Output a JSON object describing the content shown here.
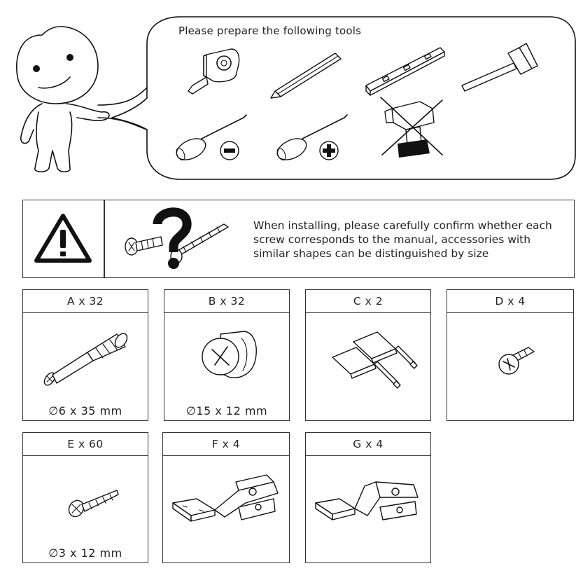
{
  "tools_bubble": {
    "title": "Please prepare the following tools",
    "tools": [
      {
        "icon": "tape-measure-icon"
      },
      {
        "icon": "pencil-icon"
      },
      {
        "icon": "spirit-level-icon"
      },
      {
        "icon": "hammer-icon"
      },
      {
        "icon": "flathead-screwdriver-icon"
      },
      {
        "icon": "phillips-screwdriver-icon"
      },
      {
        "icon": "power-drill-not-allowed-icon"
      }
    ]
  },
  "warning": {
    "icon": "warning-triangle-icon",
    "image": "screws-question-mark-icon",
    "text": "When installing, please carefully confirm whether each screw corresponds to the manual, accessories with similar shapes can be distinguished by size"
  },
  "parts": [
    {
      "label": "A x 32",
      "size": "∅6 x 35 mm",
      "icon": "cam-dowel-icon"
    },
    {
      "label": "B x 32",
      "size": "∅15 x 12 mm",
      "icon": "cam-lock-icon"
    },
    {
      "label": "C x 2",
      "size": "",
      "icon": "magnetic-catch-icon"
    },
    {
      "label": "D x 4",
      "size": "",
      "icon": "flat-head-screw-icon"
    },
    {
      "label": "E x 60",
      "size": "∅3 x 12 mm",
      "icon": "wood-screw-icon"
    },
    {
      "label": "F x 4",
      "size": "",
      "icon": "cabinet-hinge-icon"
    },
    {
      "label": "G x 4",
      "size": "",
      "icon": "cabinet-hinge-icon"
    }
  ]
}
